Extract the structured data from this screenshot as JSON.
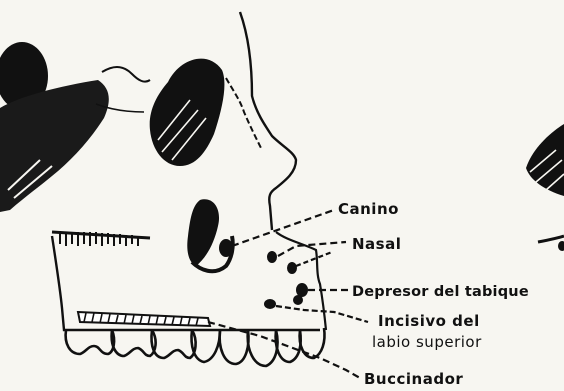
{
  "labels": {
    "canino": "Canino",
    "nasal": "Nasal",
    "depresor": "Depresor del tabique",
    "incisivo_line1": "Incisivo del",
    "incisivo_line2": "labio superior",
    "buccinador": "Buccinador"
  },
  "colors": {
    "ink": "#111111",
    "paper": "#f7f6f1"
  }
}
